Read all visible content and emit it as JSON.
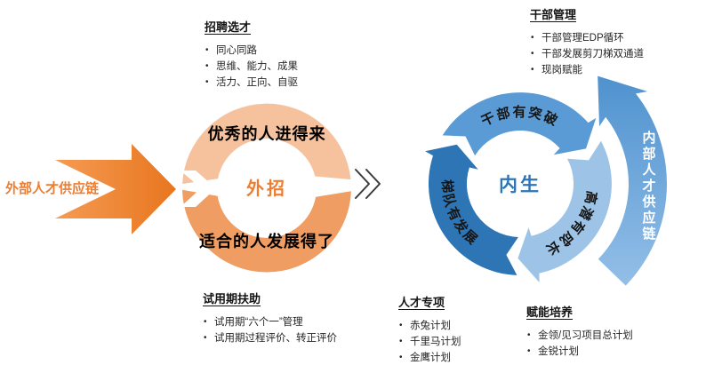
{
  "colors": {
    "orange": "#ED7D31",
    "orange_ring_top": "#F5C29D",
    "orange_ring_bottom": "#EF9D62",
    "blue_medium": "#5B9BD5",
    "blue_dark": "#2E75B6",
    "blue_light": "#9DC3E6"
  },
  "icons": {
    "connector": "double-chevron-right",
    "external_flow": "white-chevron-right",
    "external_arrow": "orange-block-arrow-right",
    "internal_arrow": "blue-curved-arrow-up"
  },
  "external_chain": {
    "label": "外部人才供应链"
  },
  "external_cycle": {
    "top": "优秀的人进得来",
    "bottom": "适合的人发展得了",
    "center": "外招"
  },
  "internal_cycle": {
    "center": "内生",
    "segments": [
      {
        "label": "干部有突破"
      },
      {
        "label": "高潜有成长"
      },
      {
        "label": "梯队有发展"
      }
    ]
  },
  "internal_chain": {
    "label": "内部人才供应链"
  },
  "annotations": {
    "recruit": {
      "title": "招聘选才",
      "items": [
        "同心同路",
        "思维、能力、成果",
        "活力、正向、自驱"
      ]
    },
    "cadre": {
      "title": "干部管理",
      "items": [
        "干部管理EDP循环",
        "干部发展剪刀梯双通道",
        "现岗赋能"
      ]
    },
    "probation": {
      "title": "试用期扶助",
      "items": [
        "试用期“六个一”管理",
        "试用期过程评价、转正评价"
      ]
    },
    "talent": {
      "title": "人才专项",
      "items": [
        "赤兔计划",
        "千里马计划",
        "金鹰计划"
      ]
    },
    "training": {
      "title": "赋能培养",
      "items": [
        "金领/见习项目总计划",
        "金锐计划"
      ]
    }
  }
}
